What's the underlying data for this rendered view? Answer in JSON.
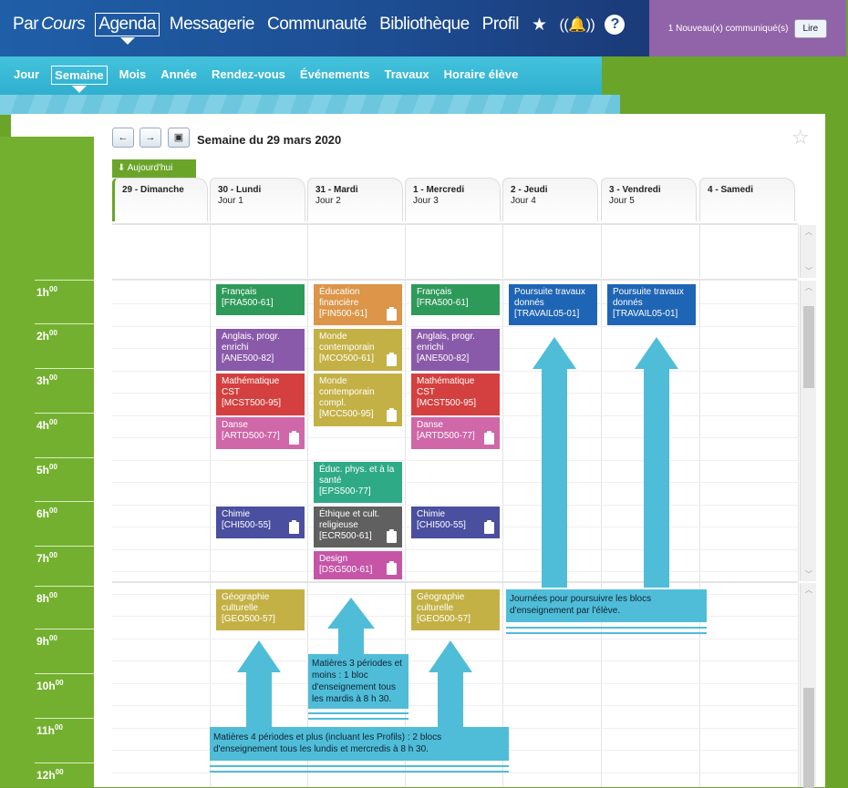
{
  "header": {
    "nav": [
      "Agenda",
      "Messagerie",
      "Communauté",
      "Bibliothèque",
      "Profil"
    ],
    "brand_a": "Par",
    "brand_b": "Cours",
    "notice": "1 Nouveau(x) communiqué(s)",
    "read_button": "Lire"
  },
  "subnav": [
    "Jour",
    "Semaine",
    "Mois",
    "Année",
    "Rendez-vous",
    "Événements",
    "Travaux",
    "Horaire élève"
  ],
  "toolbar": {
    "prev": "←",
    "next": "→",
    "week_title": "Semaine du 29 mars 2020",
    "today": "Aujourd'hui"
  },
  "days": [
    {
      "name": "29 - Dimanche",
      "cycle": ""
    },
    {
      "name": "30 - Lundi",
      "cycle": "Jour 1"
    },
    {
      "name": "31 - Mardi",
      "cycle": "Jour 2"
    },
    {
      "name": "1 - Mercredi",
      "cycle": "Jour 3"
    },
    {
      "name": "2 - Jeudi",
      "cycle": "Jour 4"
    },
    {
      "name": "3 - Vendredi",
      "cycle": "Jour 5"
    },
    {
      "name": "4 - Samedi",
      "cycle": ""
    }
  ],
  "hours": [
    "1h",
    "2h",
    "3h",
    "4h",
    "5h",
    "6h",
    "7h",
    "8h",
    "9h",
    "10h",
    "11h",
    "12h"
  ],
  "hour_suffix": "00",
  "events": [
    {
      "day": 1,
      "start": 0,
      "len": 0.7,
      "title": "Français",
      "code": "[FRA500-61]",
      "color": "#2e9a5a",
      "clip": false
    },
    {
      "day": 1,
      "start": 1,
      "len": 0.95,
      "title": "Anglais, progr. enrichi",
      "code": "[ANE500-82]",
      "color": "#8a5aaa",
      "clip": false
    },
    {
      "day": 1,
      "start": 2,
      "len": 0.95,
      "title": "Mathématique CST",
      "code": "[MCST500-95]",
      "color": "#d3403f",
      "clip": false
    },
    {
      "day": 1,
      "start": 3,
      "len": 0.72,
      "title": "Danse",
      "code": "[ARTD500-77]",
      "color": "#cf67a8",
      "clip": true
    },
    {
      "day": 1,
      "start": 5,
      "len": 0.72,
      "title": "Chimie",
      "code": "[CHI500-55]",
      "color": "#4a4fa0",
      "clip": true
    },
    {
      "day": 2,
      "start": 0,
      "len": 0.92,
      "title": "Éducation financière",
      "code": "[FIN500-61]",
      "color": "#dc9549",
      "clip": true
    },
    {
      "day": 2,
      "start": 1,
      "len": 0.95,
      "title": "Monde contemporain",
      "code": "[MCO500-61]",
      "color": "#c4b145",
      "clip": true
    },
    {
      "day": 2,
      "start": 2,
      "len": 1.18,
      "title": "Monde contemporain compl.",
      "code": "[MCC500-95]",
      "color": "#c4b145",
      "clip": true
    },
    {
      "day": 2,
      "start": 4,
      "len": 0.92,
      "title": "Éduc. phys. et à la santé",
      "code": "[EPS500-77]",
      "color": "#2faa87",
      "clip": false
    },
    {
      "day": 2,
      "start": 5,
      "len": 0.92,
      "title": "Éthique et cult. religieuse",
      "code": "[ECR500-61]",
      "color": "#606060",
      "clip": true
    },
    {
      "day": 2,
      "start": 6,
      "len": 0.64,
      "title": "Design",
      "code": "[DSG500-61]",
      "color": "#c655a8",
      "clip": true
    },
    {
      "day": 3,
      "start": 0,
      "len": 0.7,
      "title": "Français",
      "code": "[FRA500-61]",
      "color": "#2e9a5a",
      "clip": false
    },
    {
      "day": 3,
      "start": 1,
      "len": 0.95,
      "title": "Anglais, progr. enrichi",
      "code": "[ANE500-82]",
      "color": "#8a5aaa",
      "clip": false
    },
    {
      "day": 3,
      "start": 2,
      "len": 0.95,
      "title": "Mathématique CST",
      "code": "[MCST500-95]",
      "color": "#d3403f",
      "clip": false
    },
    {
      "day": 3,
      "start": 3,
      "len": 0.72,
      "title": "Danse",
      "code": "[ARTD500-77]",
      "color": "#cf67a8",
      "clip": true
    },
    {
      "day": 3,
      "start": 5,
      "len": 0.72,
      "title": "Chimie",
      "code": "[CHI500-55]",
      "color": "#4a4fa0",
      "clip": true
    },
    {
      "day": 4,
      "start": 0,
      "len": 0.92,
      "title": "Poursuite travaux donnés",
      "code": "[TRAVAIL05-01]",
      "color": "#1f65b5",
      "clip": false
    },
    {
      "day": 5,
      "start": 0,
      "len": 0.92,
      "title": "Poursuite travaux donnés",
      "code": "[TRAVAIL05-01]",
      "color": "#1f65b5",
      "clip": false
    }
  ],
  "events2": [
    {
      "day": 1,
      "title": "Géographie culturelle",
      "code": "[GEO500-57]",
      "color": "#c4b145"
    },
    {
      "day": 3,
      "title": "Géographie culturelle",
      "code": "[GEO500-57]",
      "color": "#c4b145"
    }
  ],
  "notes": {
    "days_note": "Journées pour poursuivre les blocs d'enseignement par l'élève.",
    "tuesday_note": "Matières 3 périodes et moins : 1 bloc d'enseignement tous les mardis à 8 h 30.",
    "mon_wed_note": "Matières 4 périodes et plus (incluant les Profils) : 2 blocs d'enseignement tous les lundis et mercredis à 8 h 30."
  },
  "colors": {
    "arrow": "#4fbdd8",
    "green": "#6aa52a"
  }
}
